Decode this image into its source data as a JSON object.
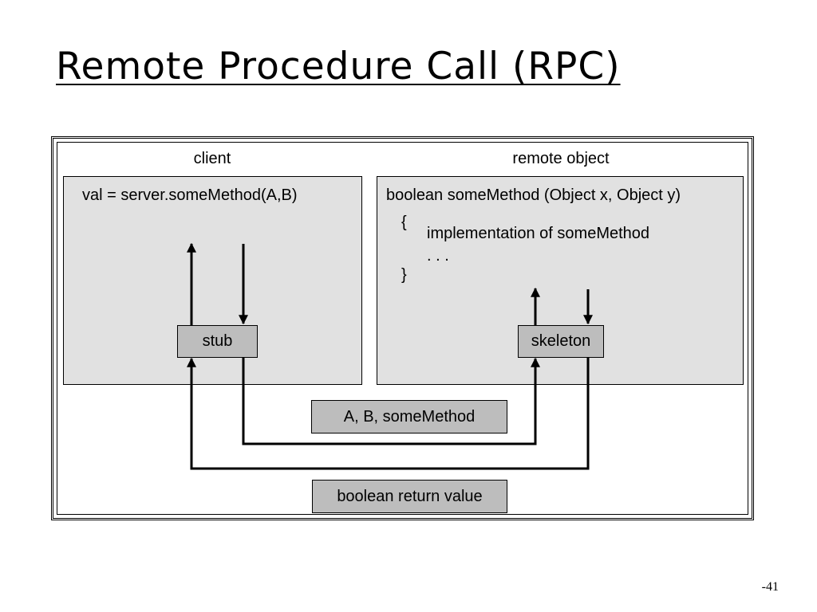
{
  "slide": {
    "title": "Remote Procedure Call (RPC)",
    "page_number": "-41"
  },
  "diagram": {
    "client": {
      "heading": "client",
      "code": "val = server.someMethod(A,B)",
      "stub_label": "stub"
    },
    "remote": {
      "heading": "remote object",
      "signature": "boolean someMethod (Object x, Object y)",
      "open_brace": "{",
      "body_line": "implementation of someMethod",
      "ellipsis": ". . .",
      "close_brace": "}",
      "skeleton_label": "skeleton"
    },
    "messages": {
      "request": "A, B, someMethod",
      "response": "boolean return value"
    },
    "colors": {
      "panel_fill": "#e1e1e1",
      "box_fill": "#bdbdbd",
      "line": "#000000"
    }
  }
}
